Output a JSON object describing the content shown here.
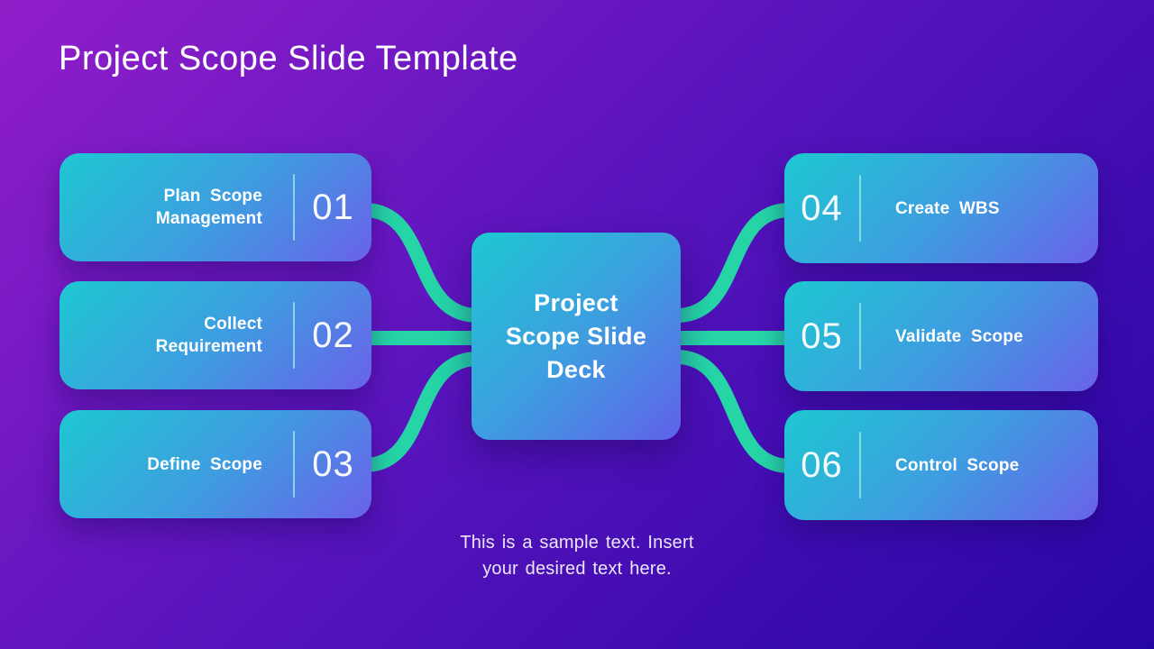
{
  "slide": {
    "title": "Project Scope Slide Template",
    "center": {
      "label": "Project Scope Slide Deck",
      "lines": [
        "Project",
        "Scope Slide",
        "Deck"
      ]
    },
    "items": [
      {
        "number": "01",
        "label": "Plan Scope Management"
      },
      {
        "number": "02",
        "label": "Collect Requirement"
      },
      {
        "number": "03",
        "label": "Define Scope"
      },
      {
        "number": "04",
        "label": "Create WBS"
      },
      {
        "number": "05",
        "label": "Validate Scope"
      },
      {
        "number": "06",
        "label": "Control Scope"
      }
    ],
    "caption": "This is a sample text. Insert your desired text here.",
    "colors": {
      "background_start": "#911fca",
      "background_end": "#2605a6",
      "box_gradient_start": "#1dc8d2",
      "box_gradient_end": "#6a61ea",
      "connector": "#25d5a6",
      "text": "#ffffff"
    }
  }
}
